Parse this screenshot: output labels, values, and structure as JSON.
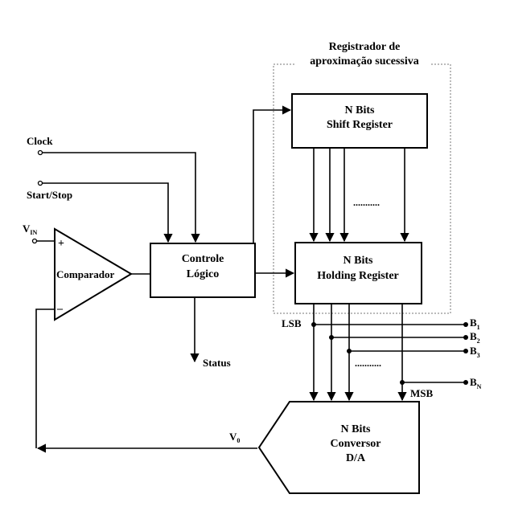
{
  "registrador": {
    "line1": "Registrador de",
    "line2": "aproximação sucessiva"
  },
  "shift_register": {
    "line1": "N Bits",
    "line2": "Shift Register"
  },
  "holding_register": {
    "line1": "N Bits",
    "line2": "Holding Register"
  },
  "controle": {
    "line1": "Controle",
    "line2": "Lógico"
  },
  "comparador": {
    "label": "Comparador",
    "plus": "+",
    "minus": "–"
  },
  "conversor": {
    "line1": "N Bits",
    "line2": "Conversor",
    "line3": "D/A"
  },
  "inputs": {
    "clock": "Clock",
    "start_stop": "Start/Stop",
    "vin": "V",
    "vin_sub": "IN"
  },
  "status": "Status",
  "v0": "V",
  "v0_sub": "0",
  "lsb": "LSB",
  "msb": "MSB",
  "dots": "...........",
  "outputs": [
    {
      "label": "B",
      "sub": "1"
    },
    {
      "label": "B",
      "sub": "2"
    },
    {
      "label": "B",
      "sub": "3"
    },
    {
      "label": "B",
      "sub": "N"
    }
  ]
}
